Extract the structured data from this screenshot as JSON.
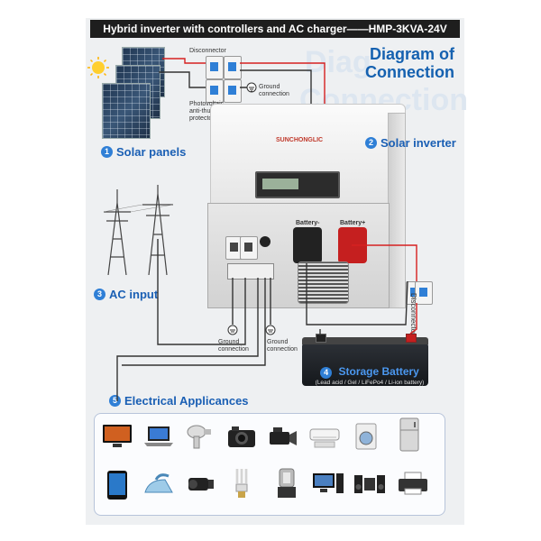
{
  "title": "Hybrid inverter with controllers and AC charger——HMP-3KVA-24V",
  "diagram_title": [
    "Diagram of",
    "Connection"
  ],
  "watermark": [
    "Diag",
    "Connection"
  ],
  "disconnector_top": "Disconnector",
  "pv_protector": [
    "Photovoltaic",
    "anti-thunder",
    "protector"
  ],
  "ground_connection": [
    "Ground",
    "connection"
  ],
  "disconnector_right": "Disconnector",
  "brand": "SUNCHONGLIC",
  "battery_minus": "Battery-",
  "battery_plus": "Battery+",
  "labels": {
    "solar_panels": {
      "num": "1",
      "text": "Solar panels"
    },
    "solar_inverter": {
      "num": "2",
      "text": "Solar inverter"
    },
    "ac_input": {
      "num": "3",
      "text": "AC input"
    },
    "storage_battery": {
      "num": "4",
      "text": "Storage Battery"
    },
    "electrical_appliances": {
      "num": "5",
      "text": "Electrical Applicances"
    }
  },
  "battery_types": "(Lead acid / Gel / LiFePo4 / Li-ion battery)",
  "appliances": [
    "tv-icon",
    "laptop-icon",
    "hair-dryer-icon",
    "camera-icon",
    "video-camera-icon",
    "air-conditioner-icon",
    "washing-machine-icon",
    "refrigerator-icon",
    "tablet-icon",
    "iron-icon",
    "camcorder-icon",
    "light-bulb-icon",
    "juicer-icon",
    "desktop-computer-icon",
    "stereo-icon",
    "printer-icon"
  ],
  "colors": {
    "wire_red": "#d62020",
    "wire_dark": "#333333",
    "accent_blue": "#1561b0",
    "title_bg": "#1e1e1e"
  }
}
